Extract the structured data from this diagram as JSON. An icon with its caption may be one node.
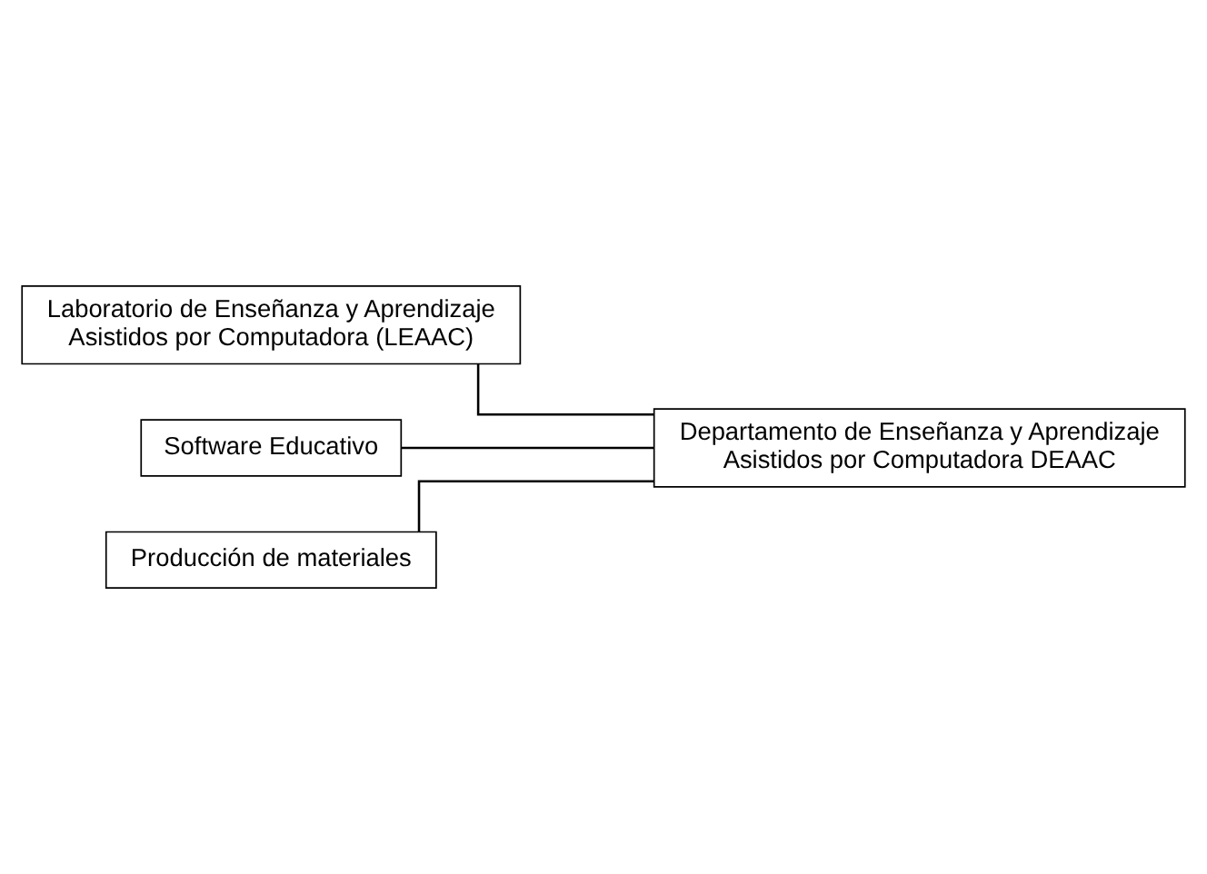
{
  "diagram": {
    "nodes": [
      {
        "text": [
          "Laboratorio de Enseñanza y Aprendizaje Asistidos por Computadora (LEAAC)"
        ]
      },
      {
        "text": [
          "Software Educativo"
        ]
      },
      {
        "text": [
          "Producción de materiales"
        ]
      },
      {
        "text": [
          "Departamento de Enseñanza y Aprendizaje Asistidos por Computadora DEAAC"
        ]
      }
    ],
    "edges": [
      {
        "from": 0,
        "to": 3,
        "arrow": "none"
      },
      {
        "from": 1,
        "to": 3,
        "arrow": "none"
      },
      {
        "from": 2,
        "to": 3,
        "arrow": "none"
      }
    ]
  }
}
